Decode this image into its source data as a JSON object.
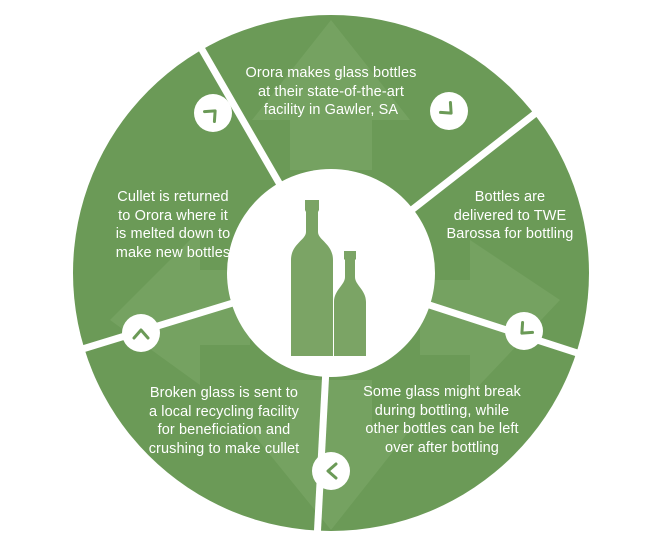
{
  "theme": {
    "segment_color": "#6b9a57",
    "segment_color_dark": "#5f8f4c",
    "watermark_color": "#80aa6c",
    "divider_color": "#ffffff",
    "bottle_color": "#7ba465",
    "center_color": "#ffffff"
  },
  "center": {
    "icon": "wine-and-beer-bottles-icon"
  },
  "steps": [
    {
      "lines": [
        "Orora makes glass bottles",
        "at their state-of-the-art",
        "facility in Gawler, SA"
      ]
    },
    {
      "lines": [
        "Bottles are",
        "delivered to TWE",
        "Barossa for bottling"
      ]
    },
    {
      "lines": [
        "Some glass might break",
        "during bottling, while",
        "other bottles can be left",
        "over after bottling"
      ]
    },
    {
      "lines": [
        "Broken glass is sent to",
        "a local recycling facility",
        "for beneficiation and",
        "crushing to make cullet"
      ]
    },
    {
      "lines": [
        "Cullet is returned",
        "to Orora where it",
        "is melted down to",
        "make new bottles"
      ]
    }
  ],
  "arrows": [
    {
      "icon": "chevron-icon"
    },
    {
      "icon": "chevron-icon"
    },
    {
      "icon": "chevron-icon"
    },
    {
      "icon": "chevron-icon"
    },
    {
      "icon": "chevron-icon"
    }
  ]
}
